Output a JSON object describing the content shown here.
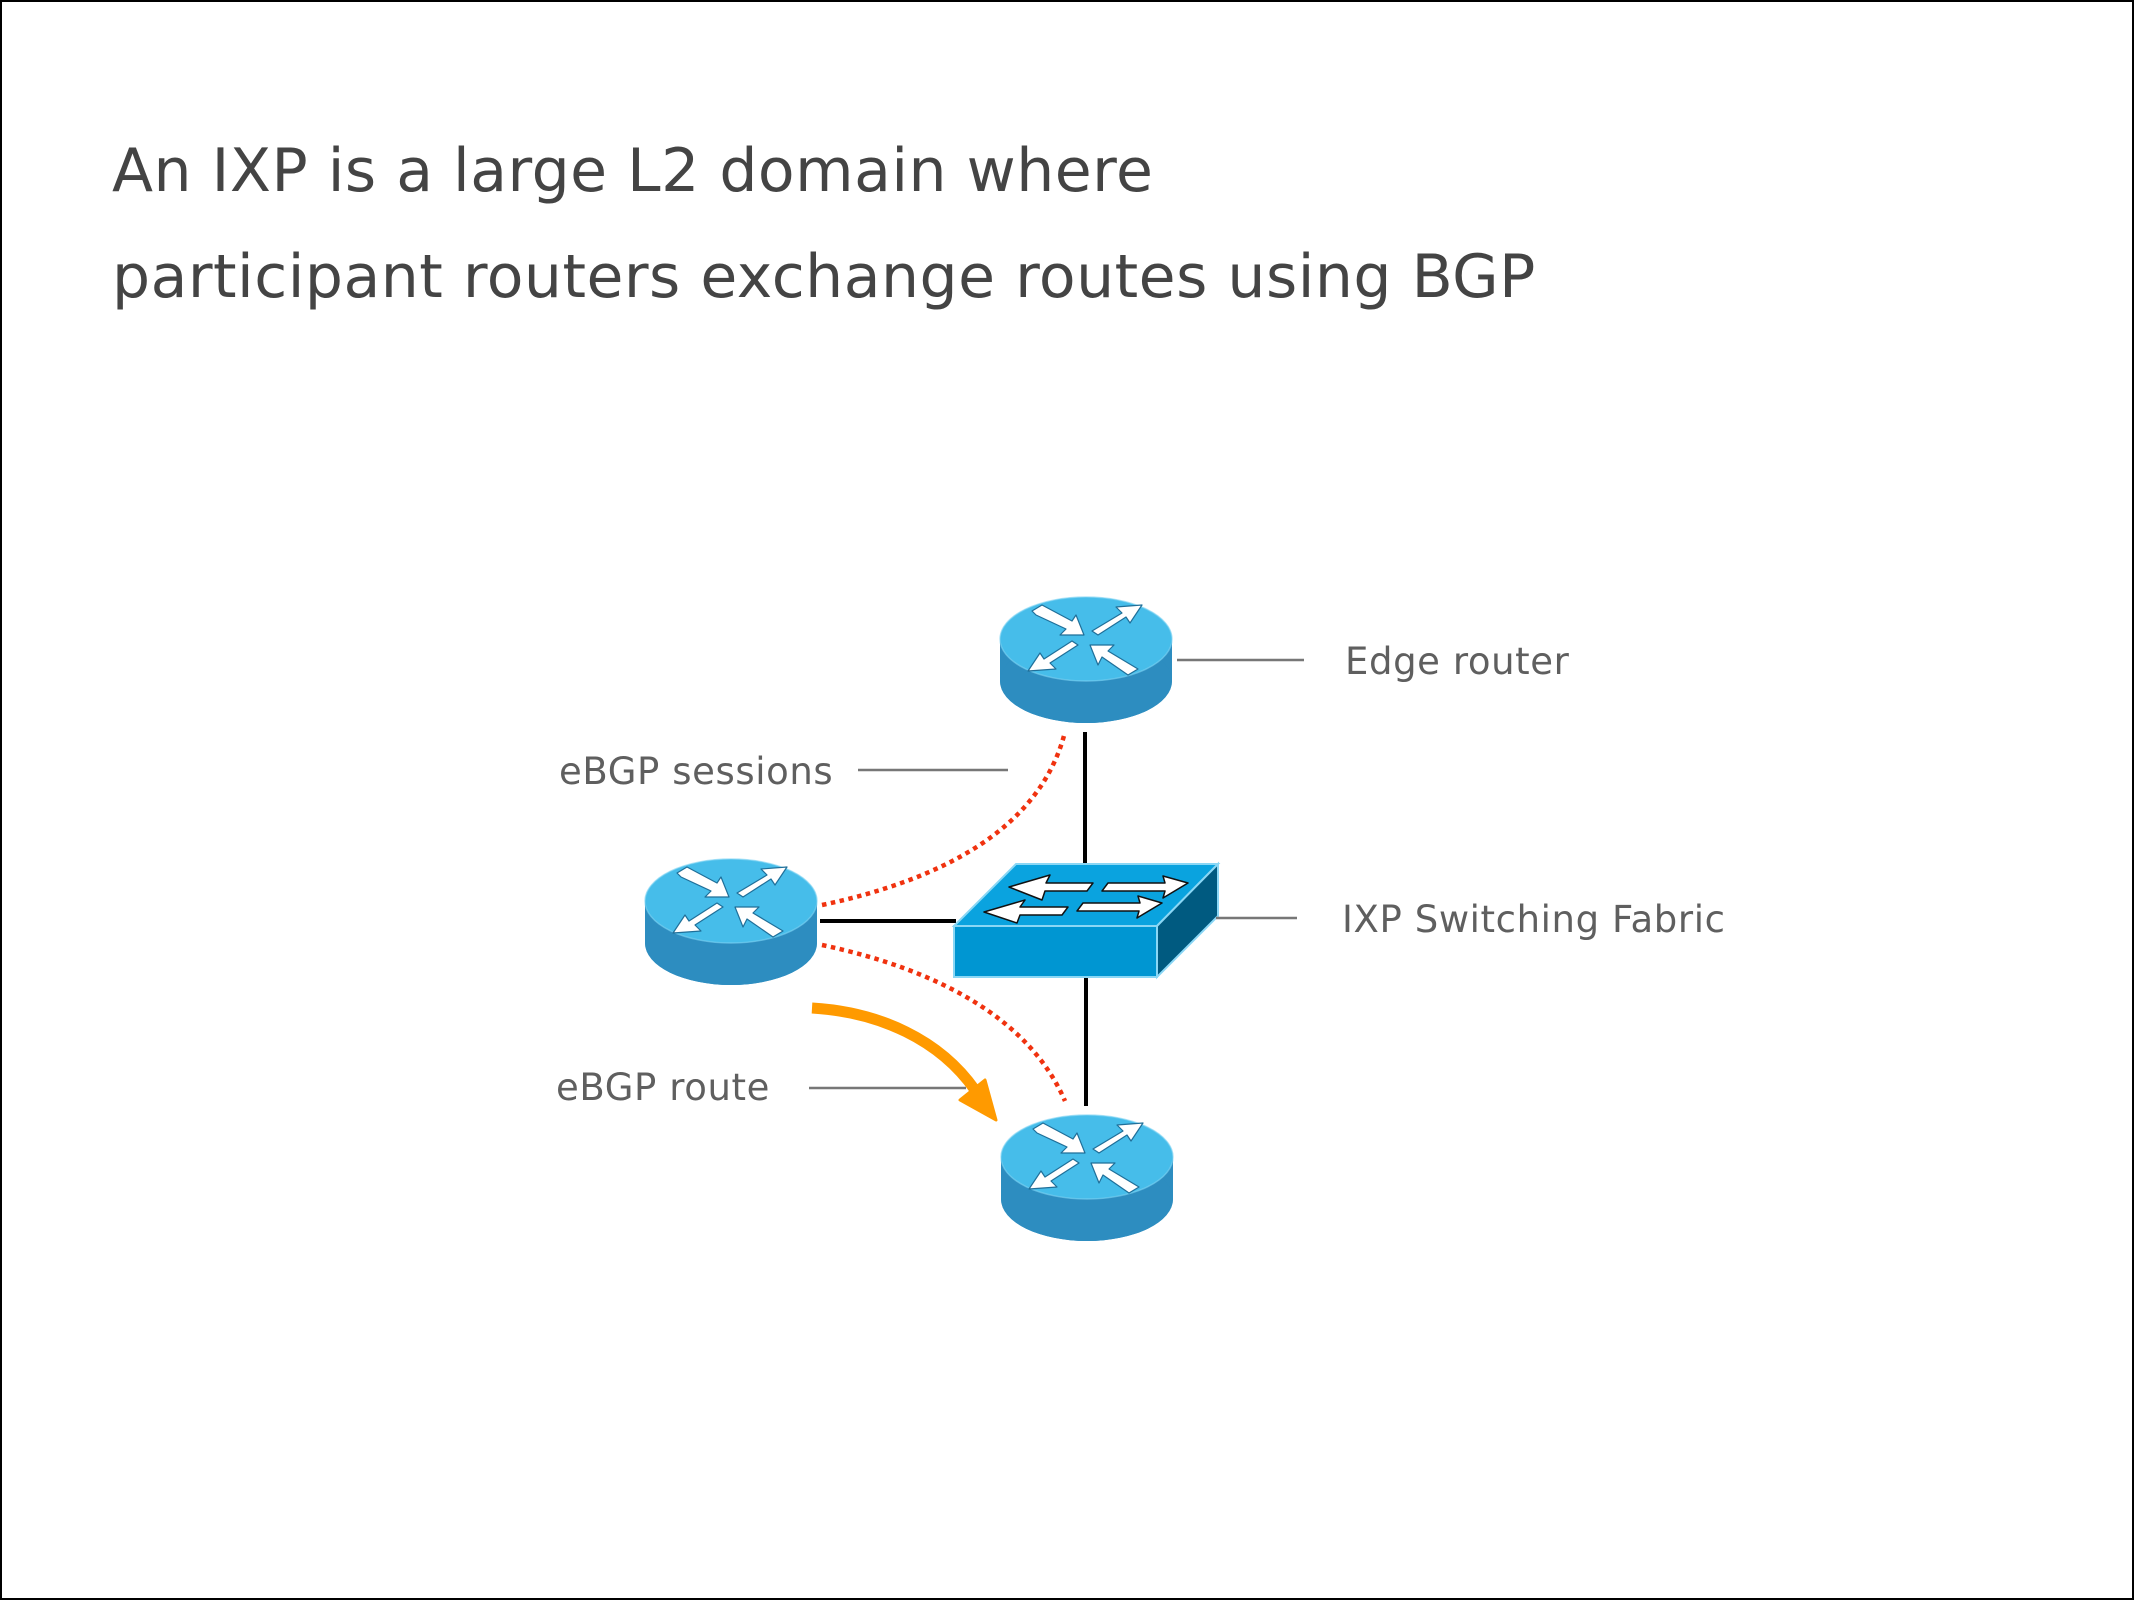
{
  "slide": {
    "title_lines": [
      "An IXP is a large L2 domain where",
      "participant routers exchange routes using BGP"
    ]
  },
  "diagram": {
    "labels": {
      "edge_router": "Edge router",
      "switching_fabric": "IXP Switching Fabric",
      "ebgp_sessions": "eBGP sessions",
      "ebgp_route": "eBGP route"
    },
    "nodes": [
      {
        "id": "router-top",
        "type": "router",
        "role": "Edge router"
      },
      {
        "id": "router-left",
        "type": "router",
        "role": "participant router"
      },
      {
        "id": "router-bottom",
        "type": "router",
        "role": "participant router"
      },
      {
        "id": "ixp-switch",
        "type": "switch",
        "role": "IXP Switching Fabric"
      }
    ],
    "links": [
      {
        "from": "router-top",
        "to": "ixp-switch",
        "style": "solid"
      },
      {
        "from": "router-left",
        "to": "ixp-switch",
        "style": "solid"
      },
      {
        "from": "router-bottom",
        "to": "ixp-switch",
        "style": "solid"
      },
      {
        "from": "router-left",
        "to": "router-top",
        "style": "dotted",
        "meaning": "eBGP session"
      },
      {
        "from": "router-left",
        "to": "router-bottom",
        "style": "dotted",
        "meaning": "eBGP session"
      },
      {
        "from": "router-left",
        "to": "router-bottom",
        "style": "arrow",
        "meaning": "eBGP route"
      }
    ],
    "colors": {
      "session_dots": "#f0320f",
      "route_arrow": "#ff9a00",
      "link": "#000000",
      "router_top": "#46bdea",
      "router_body": "#2d8dc0",
      "switch_top": "#0aa3df",
      "switch_front": "#0096d2",
      "switch_side": "#005a80"
    }
  }
}
